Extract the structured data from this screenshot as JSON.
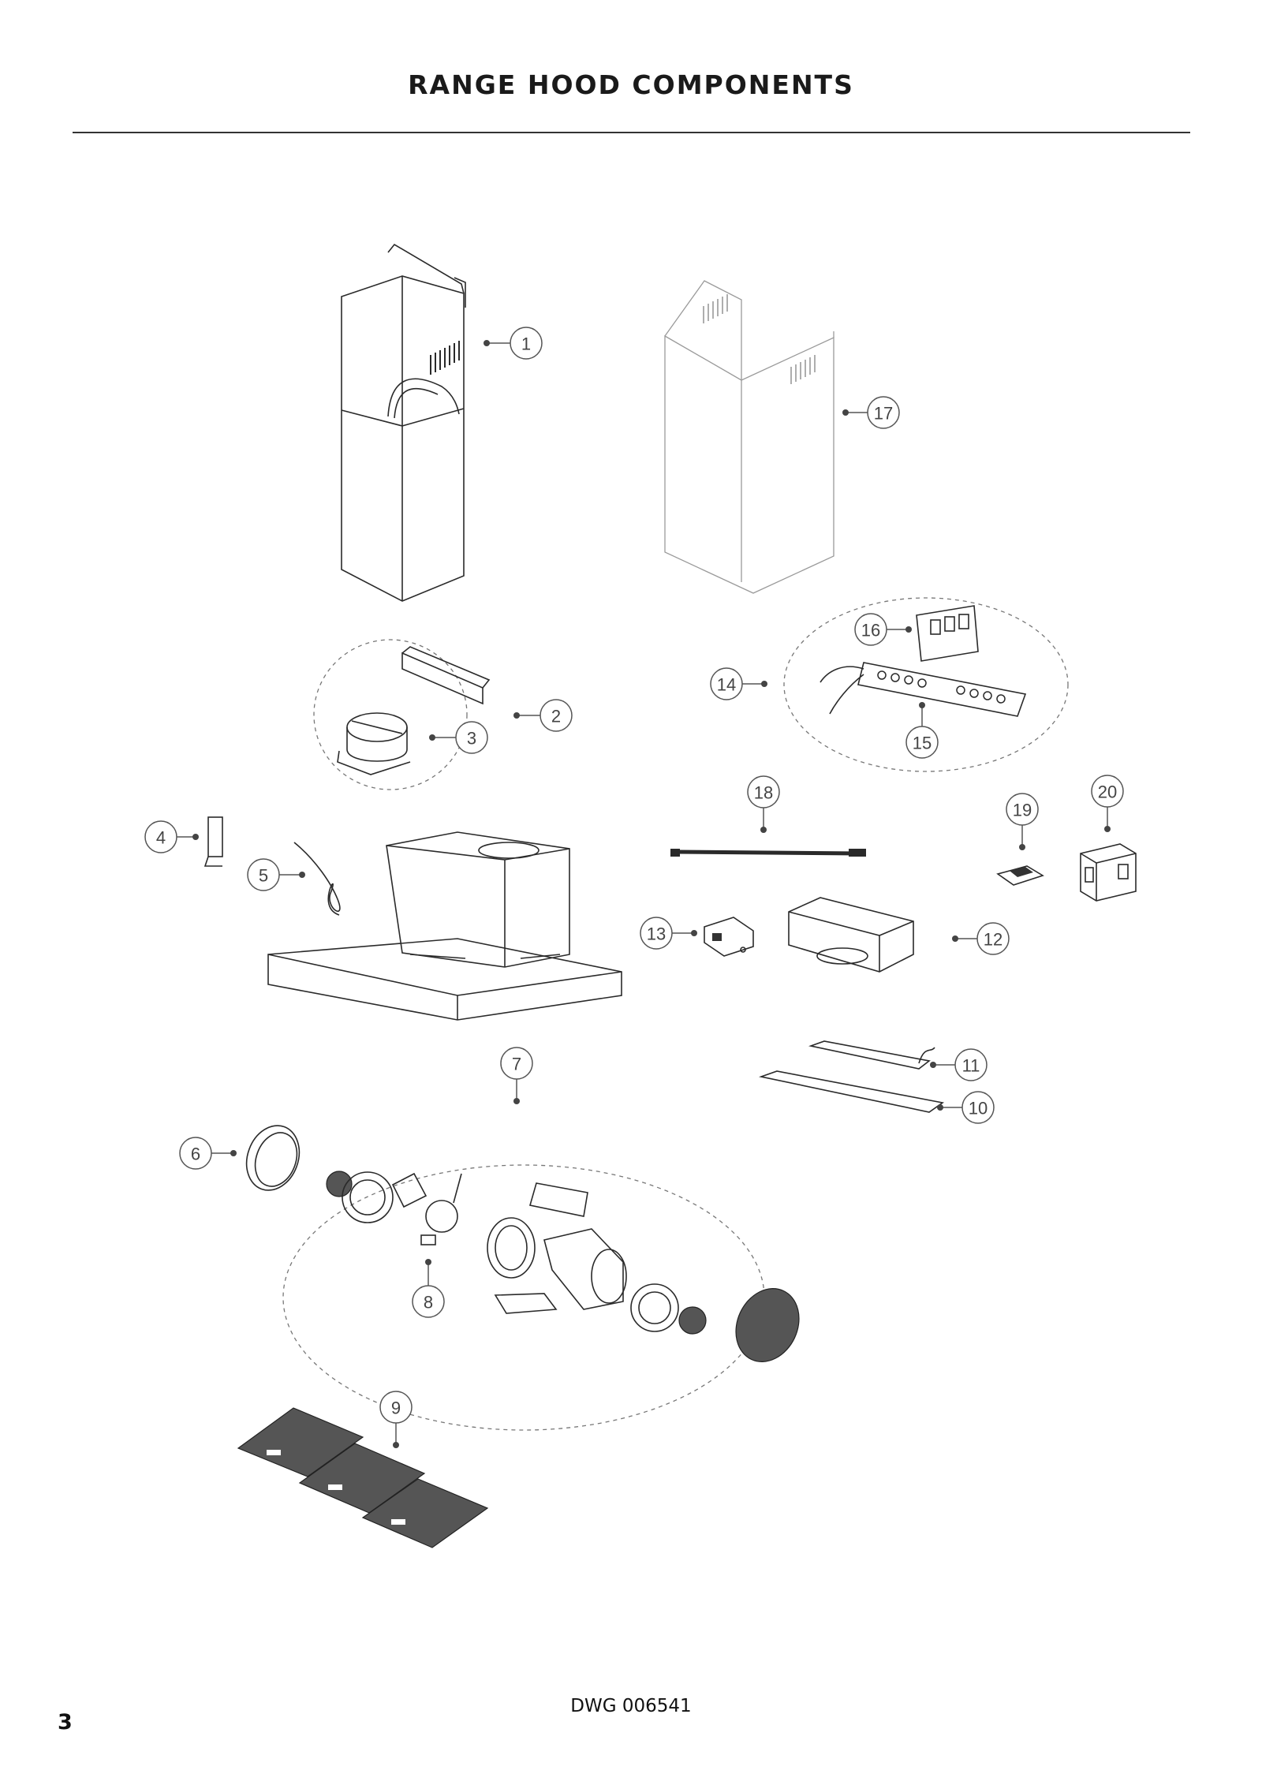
{
  "title": "RANGE HOOD COMPONENTS",
  "drawing_number": "DWG 006541",
  "page_number": "3",
  "callouts": [
    "1",
    "2",
    "3",
    "4",
    "5",
    "6",
    "7",
    "8",
    "9",
    "10",
    "11",
    "12",
    "13",
    "14",
    "15",
    "16",
    "17",
    "18",
    "19",
    "20"
  ]
}
